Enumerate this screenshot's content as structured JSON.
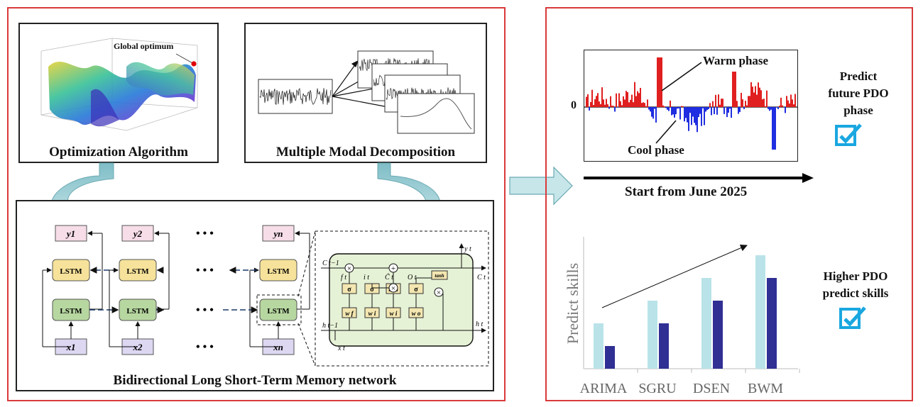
{
  "optimization": {
    "caption": "Optimization Algorithm",
    "annotation": "Global optimum"
  },
  "decomposition": {
    "caption": "Multiple Modal Decomposition"
  },
  "bilstm": {
    "caption": "Bidirectional Long Short-Term Memory network",
    "lstm_label": "LSTM",
    "outputs": [
      "y1",
      "y2",
      "yn"
    ],
    "inputs": [
      "x1",
      "x2",
      "xn"
    ],
    "ellipsis": "• • •",
    "cell": {
      "c_prev": "C t−1",
      "c_t": "C t",
      "h_prev": "h t−1",
      "h_t": "h t",
      "x_t": "x t",
      "y_t": "y t",
      "sigma": "σ",
      "tanh": "tanh",
      "gate_labels": [
        "f t",
        "i t",
        "C̃ t",
        "O t"
      ],
      "weights": [
        "w f",
        "w i",
        "w i",
        "w o"
      ]
    }
  },
  "pdo": {
    "zero_label": "0",
    "warm_label": "Warm phase",
    "cool_label": "Cool phase",
    "start_label": "Start from June 2025",
    "predict_label": [
      "Predict",
      "future PDO",
      "phase"
    ],
    "colors": {
      "warm": "#e02020",
      "cool": "#1f2ee0"
    }
  },
  "skills": {
    "ylabel": "Predict skills",
    "categories": [
      "ARIMA",
      "SGRU",
      "DSEN",
      "BWM"
    ],
    "higher_label": [
      "Higher PDO",
      "predict skills"
    ],
    "colors": {
      "light": "#b9e3e8",
      "dark": "#2f2f94"
    }
  },
  "chart_data": {
    "type": "bar",
    "categories": [
      "ARIMA",
      "SGRU",
      "DSEN",
      "BWM"
    ],
    "series": [
      {
        "values": [
          2,
          3,
          4,
          5
        ]
      },
      {
        "values": [
          1,
          2,
          3,
          4
        ]
      }
    ],
    "ylabel": "Predict skills",
    "xlabel": ""
  }
}
